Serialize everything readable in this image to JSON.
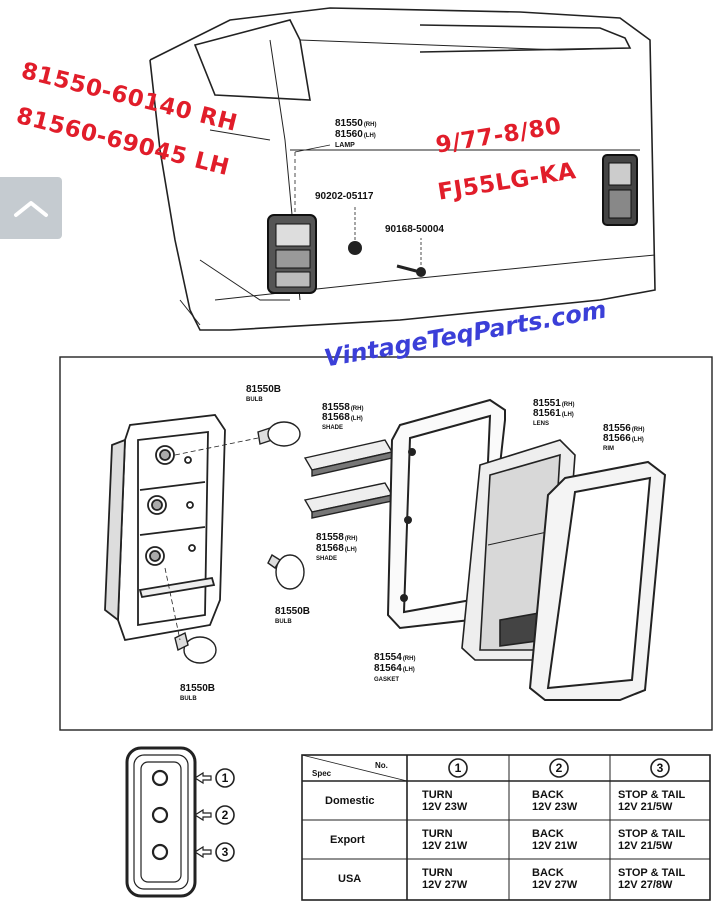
{
  "overlay": {
    "part_numbers": [
      "81550-60140  RH",
      "81560-69045 LH"
    ],
    "date_range": "9/77-8/80",
    "model": "FJ55LG-KA",
    "watermark": "VintageTeqParts.com"
  },
  "vehicle_callouts": {
    "lamp": [
      "81550",
      "(RH)",
      "81560",
      "(LH)",
      "LAMP"
    ],
    "nut": "90202-05117",
    "screw": "90168-50004"
  },
  "exploded_callouts": {
    "bulb_top": [
      "81550B",
      "BULB"
    ],
    "shade_top": [
      "81558",
      "(RH)",
      "81568",
      "(LH)",
      "SHADE"
    ],
    "lens": [
      "81551",
      "(RH)",
      "81561",
      "(LH)",
      "LENS"
    ],
    "rim": [
      "81556",
      "(RH)",
      "81566",
      "(LH)",
      "RIM"
    ],
    "shade_mid": [
      "81558",
      "(RH)",
      "81568",
      "(LH)",
      "SHADE"
    ],
    "bulb_mid": [
      "81550B",
      "BULB"
    ],
    "gasket": [
      "81554",
      "(RH)",
      "81564",
      "(LH)",
      "GASKET"
    ],
    "bulb_bottom": [
      "81550B",
      "BULB"
    ]
  },
  "socket_labels": [
    "1",
    "2",
    "3"
  ],
  "spec_table": {
    "corner_spec": "Spec",
    "corner_no": "No.",
    "columns": [
      "1",
      "2",
      "3"
    ],
    "rows": [
      {
        "market": "Domestic",
        "cells": [
          [
            "TURN",
            "12V 23W"
          ],
          [
            "BACK",
            "12V 23W"
          ],
          [
            "STOP & TAIL",
            "12V 21/5W"
          ]
        ]
      },
      {
        "market": "Export",
        "cells": [
          [
            "TURN",
            "12V 21W"
          ],
          [
            "BACK",
            "12V 21W"
          ],
          [
            "STOP & TAIL",
            "12V 21/5W"
          ]
        ]
      },
      {
        "market": "USA",
        "cells": [
          [
            "TURN",
            "12V 27W"
          ],
          [
            "BACK",
            "12V 27W"
          ],
          [
            "STOP & TAIL",
            "12V 27/8W"
          ]
        ]
      }
    ]
  },
  "colors": {
    "annotation_red": "#e11d2a",
    "watermark_blue": "#3b3fd8",
    "line": "#1a1a1a"
  }
}
